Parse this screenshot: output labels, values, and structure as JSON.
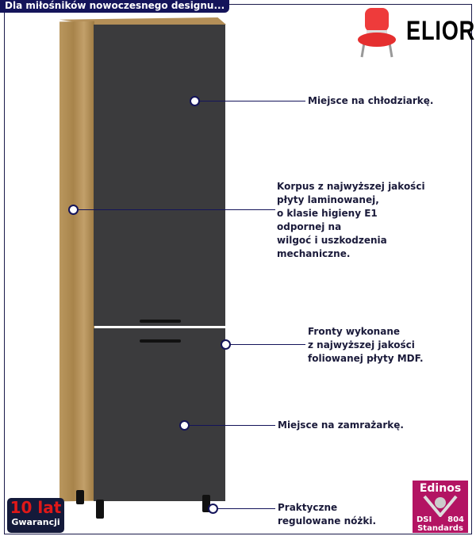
{
  "header": {
    "tagline": "Dla miłośników nowoczesnego designu...",
    "brand": "ELIOR"
  },
  "callouts": [
    {
      "text": "Miejsce na chłodziarkę."
    },
    {
      "text": "Korpus z najwyższej jakości\npłyty laminowanej,\no klasie higieny E1\nodpornej na\nwilgoć i uszkodzenia\nmechaniczne."
    },
    {
      "text": "Fronty wykonane\nz najwyższej jakości\nfoliowanej płyty MDF."
    },
    {
      "text": "Miejsce na zamrażarkę."
    },
    {
      "text": "Praktyczne\nregulowane nóżki."
    }
  ],
  "badges": {
    "warranty_years": "10 lat",
    "warranty_label": "Gwarancji",
    "cert_name": "Edinos",
    "cert_left": "DSI",
    "cert_right": "804",
    "cert_bottom": "Standards"
  },
  "colors": {
    "navy": "#14145a",
    "front": "#3b3b3d",
    "cert": "#b31463",
    "warranty_red": "#e01818"
  }
}
